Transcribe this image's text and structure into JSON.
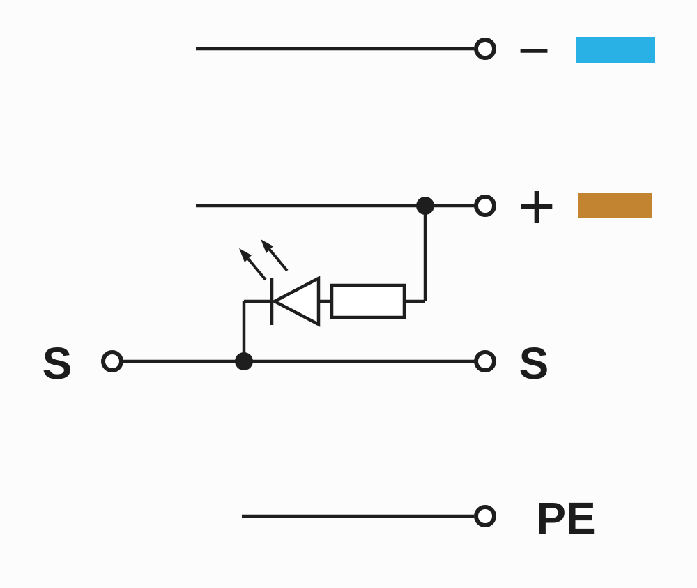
{
  "diagram": {
    "type": "terminal-block-wiring-diagram",
    "labels": {
      "minus": "−",
      "plus": "+",
      "s_left": "S",
      "s_right": "S",
      "pe": "PE"
    },
    "colors": {
      "wire": "#1e1e1e",
      "minus_chip": "#29b1e6",
      "plus_chip": "#c28430",
      "background": "#fcfcfc"
    },
    "symbols": [
      "terminal-circle",
      "junction-dot",
      "led-indicator",
      "resistor",
      "color-chip"
    ]
  }
}
